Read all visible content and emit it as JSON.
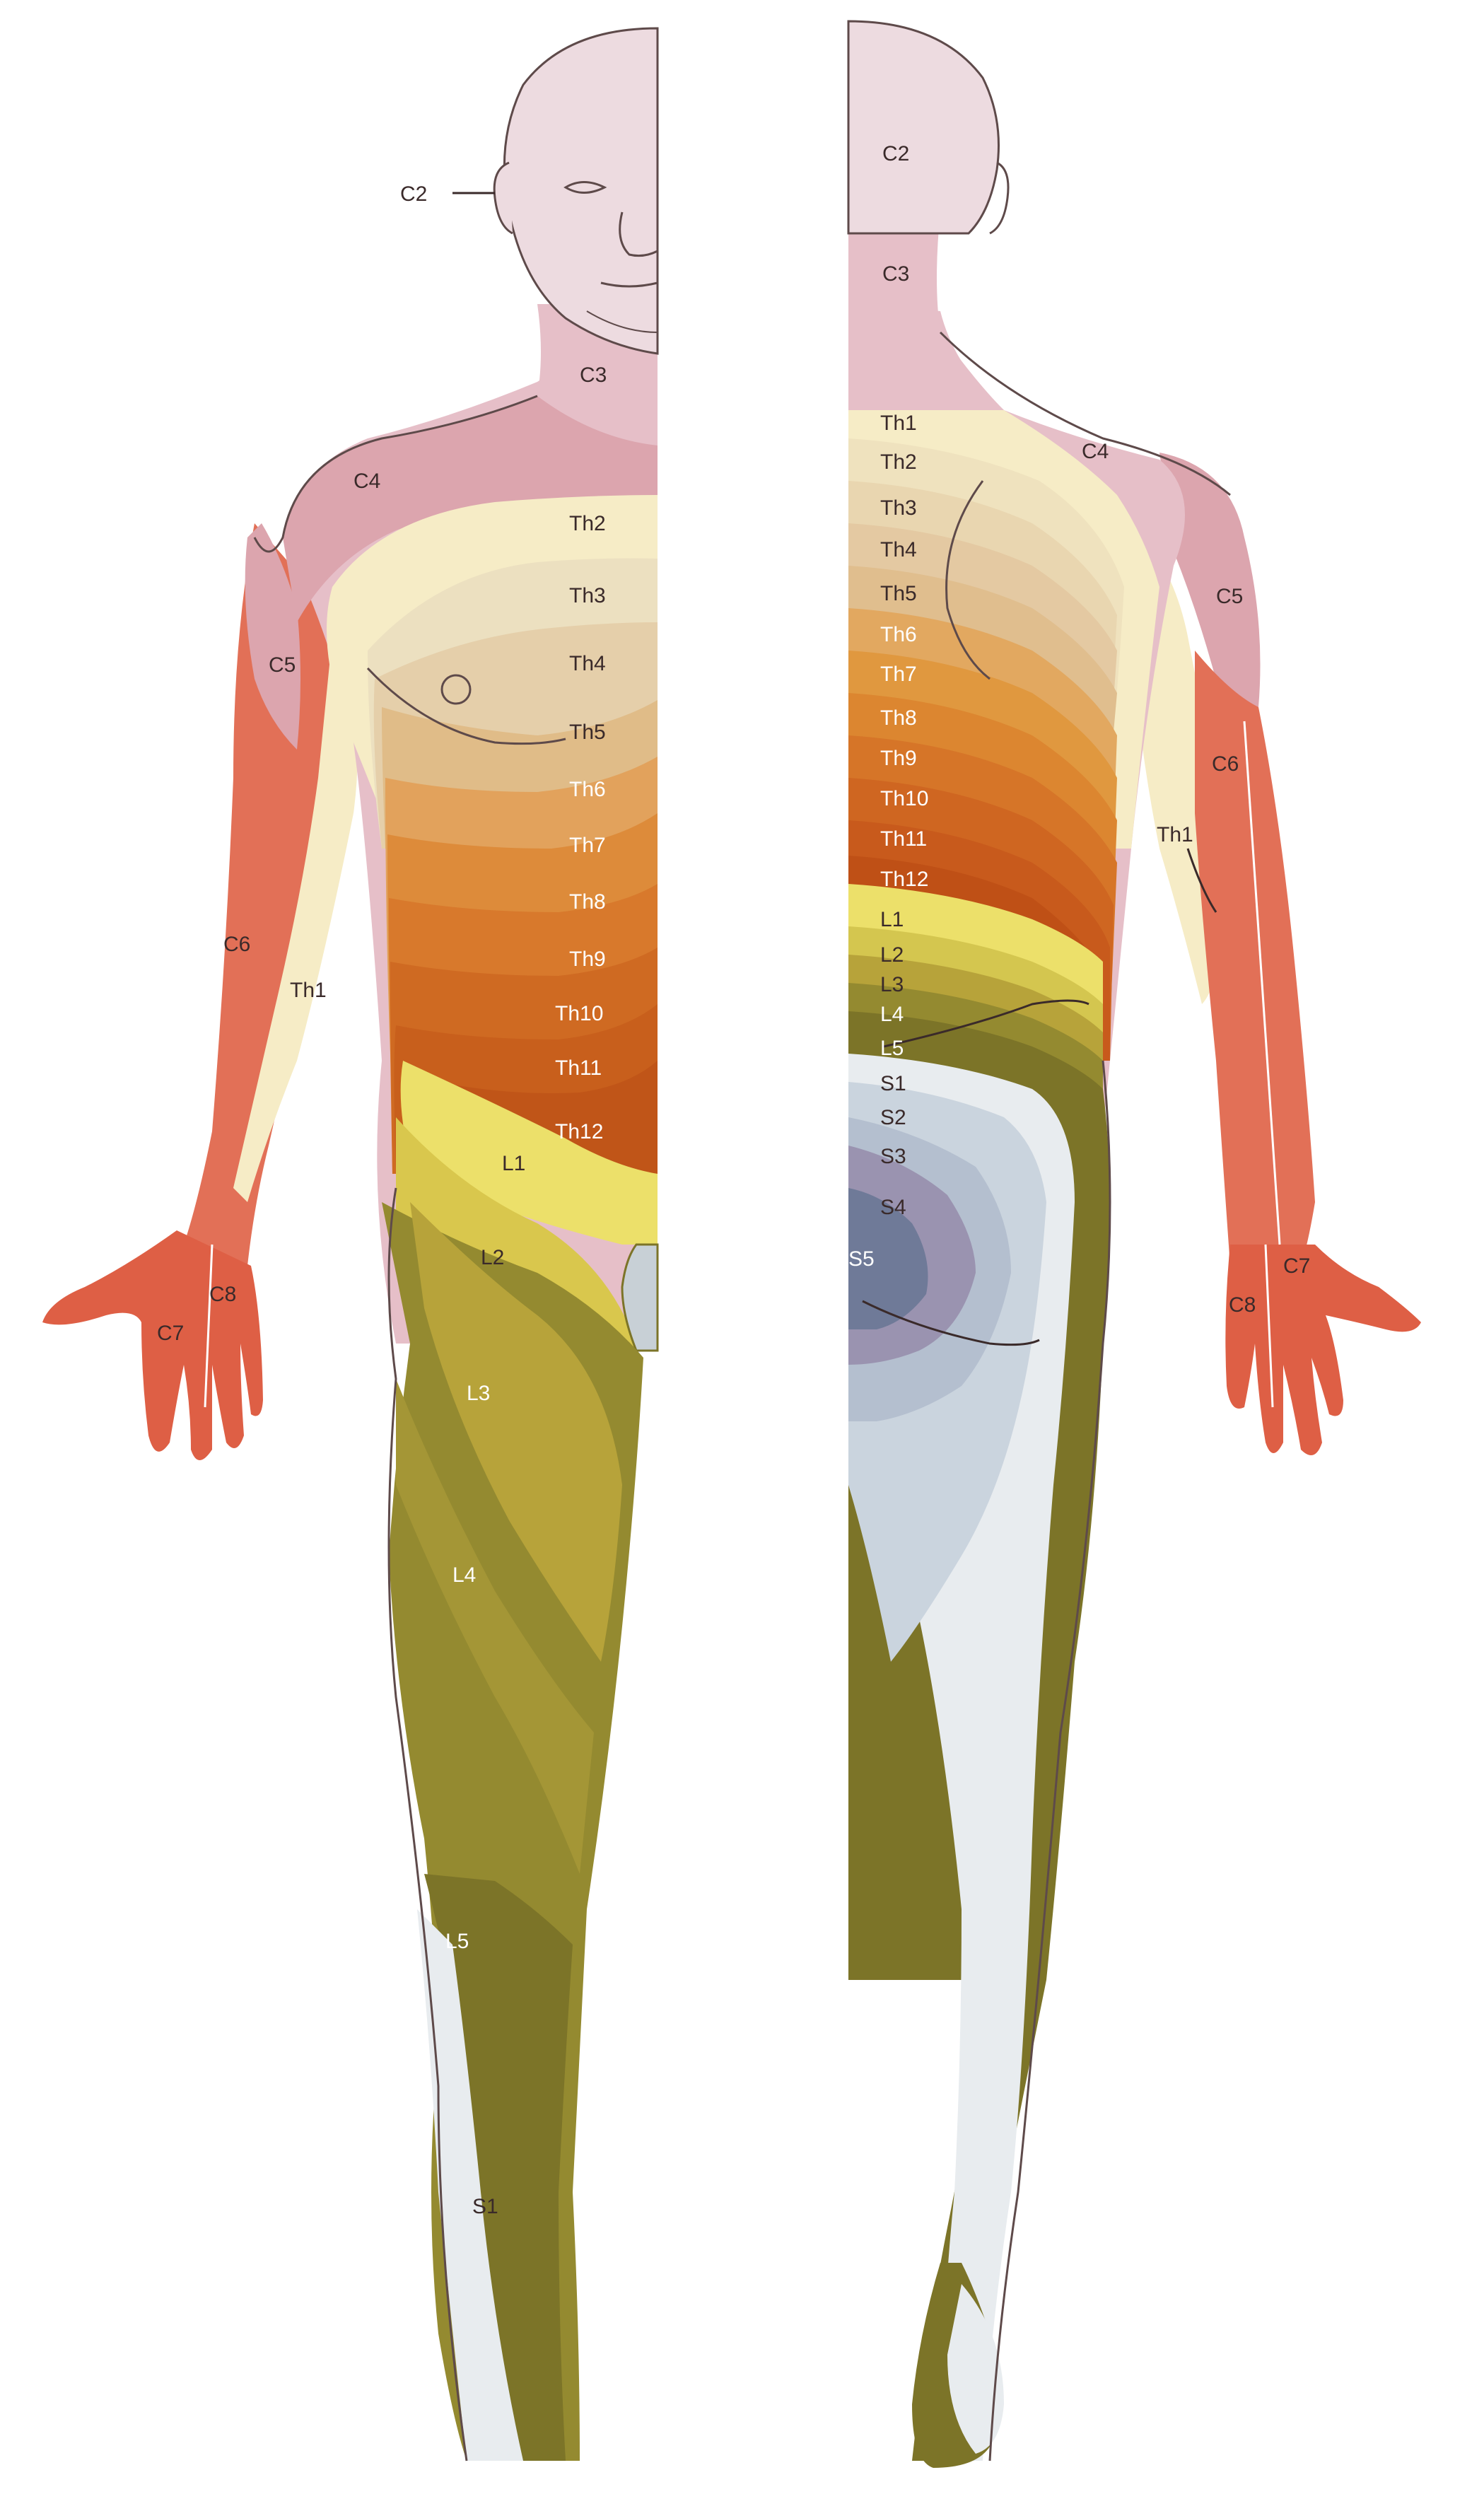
{
  "colors": {
    "skin_pink": "#e6bfc8",
    "skin_face": "#eddbe0",
    "c4_pink": "#dca5ae",
    "cream": "#f6ecc6",
    "th_tan1": "#e9d6b0",
    "th_tan2": "#e0c08e",
    "th_orange1": "#e39b52",
    "th_orange2": "#d97b2c",
    "th_orange3": "#c85f1c",
    "l1_yellow": "#ece06a",
    "l2_yellow": "#d9c74d",
    "l_olive1": "#b7a33a",
    "l_olive2": "#948a30",
    "l_olive3": "#7c7428",
    "arm_red": "#e27057",
    "hand_red": "#de5f45",
    "s_white": "#e8ecef",
    "s_blue1": "#cad4de",
    "s_blue2": "#9fadc1",
    "s_purple": "#9a93b0",
    "s_dark": "#6f7a98",
    "outline": "#5e4a4a",
    "label_dark": "#3a2a2a",
    "label_light": "#ffffff"
  },
  "front_labels": [
    {
      "id": "c2",
      "text": "C2"
    },
    {
      "id": "c3",
      "text": "C3"
    },
    {
      "id": "c4",
      "text": "C4"
    },
    {
      "id": "c5",
      "text": "C5"
    },
    {
      "id": "c6",
      "text": "C6"
    },
    {
      "id": "c7",
      "text": "C7"
    },
    {
      "id": "c8",
      "text": "C8"
    },
    {
      "id": "th1",
      "text": "Th1"
    },
    {
      "id": "th2",
      "text": "Th2"
    },
    {
      "id": "th3",
      "text": "Th3"
    },
    {
      "id": "th4",
      "text": "Th4"
    },
    {
      "id": "th5",
      "text": "Th5"
    },
    {
      "id": "th6",
      "text": "Th6"
    },
    {
      "id": "th7",
      "text": "Th7"
    },
    {
      "id": "th8",
      "text": "Th8"
    },
    {
      "id": "th9",
      "text": "Th9"
    },
    {
      "id": "th10",
      "text": "Th10"
    },
    {
      "id": "th11",
      "text": "Th11"
    },
    {
      "id": "th12",
      "text": "Th12"
    },
    {
      "id": "l1",
      "text": "L1"
    },
    {
      "id": "l2",
      "text": "L2"
    },
    {
      "id": "l3",
      "text": "L3"
    },
    {
      "id": "l4",
      "text": "L4"
    },
    {
      "id": "l5",
      "text": "L5"
    },
    {
      "id": "s1",
      "text": "S1"
    }
  ],
  "back_labels": [
    {
      "id": "c2",
      "text": "C2"
    },
    {
      "id": "c3",
      "text": "C3"
    },
    {
      "id": "c4",
      "text": "C4"
    },
    {
      "id": "c5",
      "text": "C5"
    },
    {
      "id": "c6",
      "text": "C6"
    },
    {
      "id": "c7",
      "text": "C7"
    },
    {
      "id": "c8",
      "text": "C8"
    },
    {
      "id": "th1",
      "text": "Th1"
    },
    {
      "id": "th1-arm",
      "text": "Th1"
    },
    {
      "id": "th2",
      "text": "Th2"
    },
    {
      "id": "th3",
      "text": "Th3"
    },
    {
      "id": "th4",
      "text": "Th4"
    },
    {
      "id": "th5",
      "text": "Th5"
    },
    {
      "id": "th6",
      "text": "Th6"
    },
    {
      "id": "th7",
      "text": "Th7"
    },
    {
      "id": "th8",
      "text": "Th8"
    },
    {
      "id": "th9",
      "text": "Th9"
    },
    {
      "id": "th10",
      "text": "Th10"
    },
    {
      "id": "th11",
      "text": "Th11"
    },
    {
      "id": "th12",
      "text": "Th12"
    },
    {
      "id": "l1",
      "text": "L1"
    },
    {
      "id": "l2",
      "text": "L2"
    },
    {
      "id": "l3",
      "text": "L3"
    },
    {
      "id": "l4",
      "text": "L4"
    },
    {
      "id": "l5",
      "text": "L5"
    },
    {
      "id": "s1",
      "text": "S1"
    },
    {
      "id": "s2",
      "text": "S2"
    },
    {
      "id": "s3",
      "text": "S3"
    },
    {
      "id": "s4",
      "text": "S4"
    },
    {
      "id": "s5",
      "text": "S5"
    }
  ]
}
